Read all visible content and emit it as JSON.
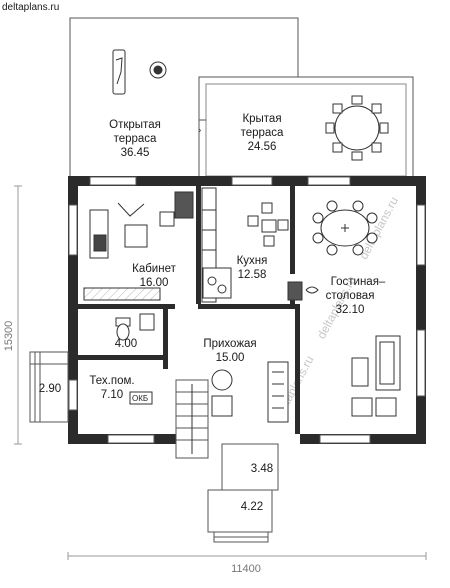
{
  "site": "deltaplans.ru",
  "watermark": "deltaplans.ru",
  "dimensions": {
    "width": "11400",
    "depth": "15300"
  },
  "rooms": {
    "open_terrace": {
      "name_line1": "Открытая",
      "name_line2": "терраса",
      "area": "36.45"
    },
    "covered_terrace": {
      "name_line1": "Крытая",
      "name_line2": "терраса",
      "area": "24.56"
    },
    "study": {
      "name": "Кабинет",
      "area": "16.00"
    },
    "kitchen": {
      "name": "Кухня",
      "area": "12.58"
    },
    "living_dining": {
      "name_line1": "Гостиная–",
      "name_line2": "столовая",
      "area": "32.10"
    },
    "wc": {
      "area": "4.00"
    },
    "hall": {
      "name": "Прихожая",
      "area": "15.00"
    },
    "tech_room": {
      "name": "Тех.пом.",
      "area": "7.10"
    },
    "side_porch": {
      "area": "2.90"
    },
    "vestibule": {
      "area": "3.48"
    },
    "entry_porch": {
      "area": "4.22"
    }
  },
  "boiler_label": "ОКБ",
  "colors": {
    "wall": "#2b2b2b",
    "line": "#555555",
    "hatch": "#bbbbbb",
    "dim": "#9a9a9a"
  }
}
